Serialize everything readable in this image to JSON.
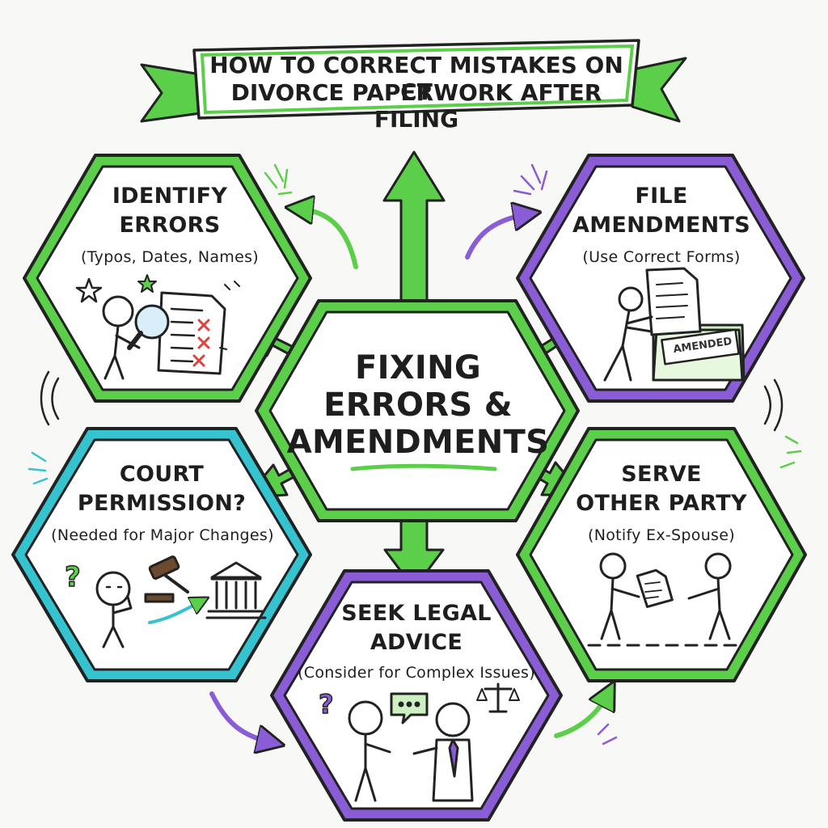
{
  "banner": {
    "line1": "HOW TO CORRECT MISTAKES ON CT",
    "line2": "DIVORCE PAPERWORK AFTER FILING"
  },
  "center": {
    "line1": "FIXING",
    "line2": "ERRORS &",
    "line3": "AMENDMENTS"
  },
  "steps": [
    {
      "title1": "IDENTIFY",
      "title2": "ERRORS",
      "subtitle": "(Typos, Dates, Names)"
    },
    {
      "title1": "FILE",
      "title2": "AMENDMENTS",
      "subtitle": "(Use Correct Forms)"
    },
    {
      "title1": "COURT",
      "title2": "PERMISSION?",
      "subtitle": "(Needed for Major Changes)"
    },
    {
      "title1": "SERVE",
      "title2": "OTHER PARTY",
      "subtitle": "(Notify Ex-Spouse)"
    },
    {
      "title1": "SEEK LEGAL",
      "title2": "ADVICE",
      "subtitle": "(Consider for Complex Issues)"
    }
  ],
  "folder_label": "AMENDED",
  "colors": {
    "green": "#5ccf4a",
    "purple": "#8a5cd6",
    "teal": "#35c3cf",
    "ink": "#222222",
    "red": "#e0413a"
  },
  "icons": [
    "magnifier-icon",
    "document-icon",
    "folder-icon",
    "gavel-icon",
    "courthouse-icon",
    "scales-icon",
    "speech-bubble-icon",
    "stick-figure-icon"
  ]
}
